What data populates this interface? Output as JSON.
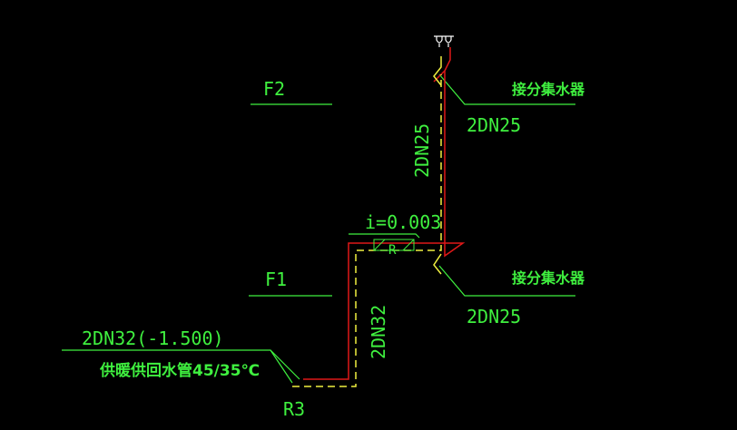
{
  "drawing": {
    "colors": {
      "background": "#000000",
      "annotation": "#3ff03f",
      "supply_pipe": "#e01818",
      "return_pipe": "#f0f040",
      "symbol": "#ffffff"
    },
    "labels": {
      "floor_2": "F2",
      "floor_1": "F1",
      "manifold_top": "接分集水器",
      "manifold_bottom": "接分集水器",
      "riser_size": "2DN25",
      "branch_top_size": "2DN25",
      "branch_bottom_size": "2DN25",
      "slope": "i=0.003",
      "mark_R": "R",
      "riser_lower_size": "2DN32",
      "main_size": "2DN32(-1.500)",
      "main_desc": "供暖供回水管45/35℃",
      "mark_R3": "R3"
    },
    "icons": {
      "valve_top": "double-valve-icon"
    }
  }
}
